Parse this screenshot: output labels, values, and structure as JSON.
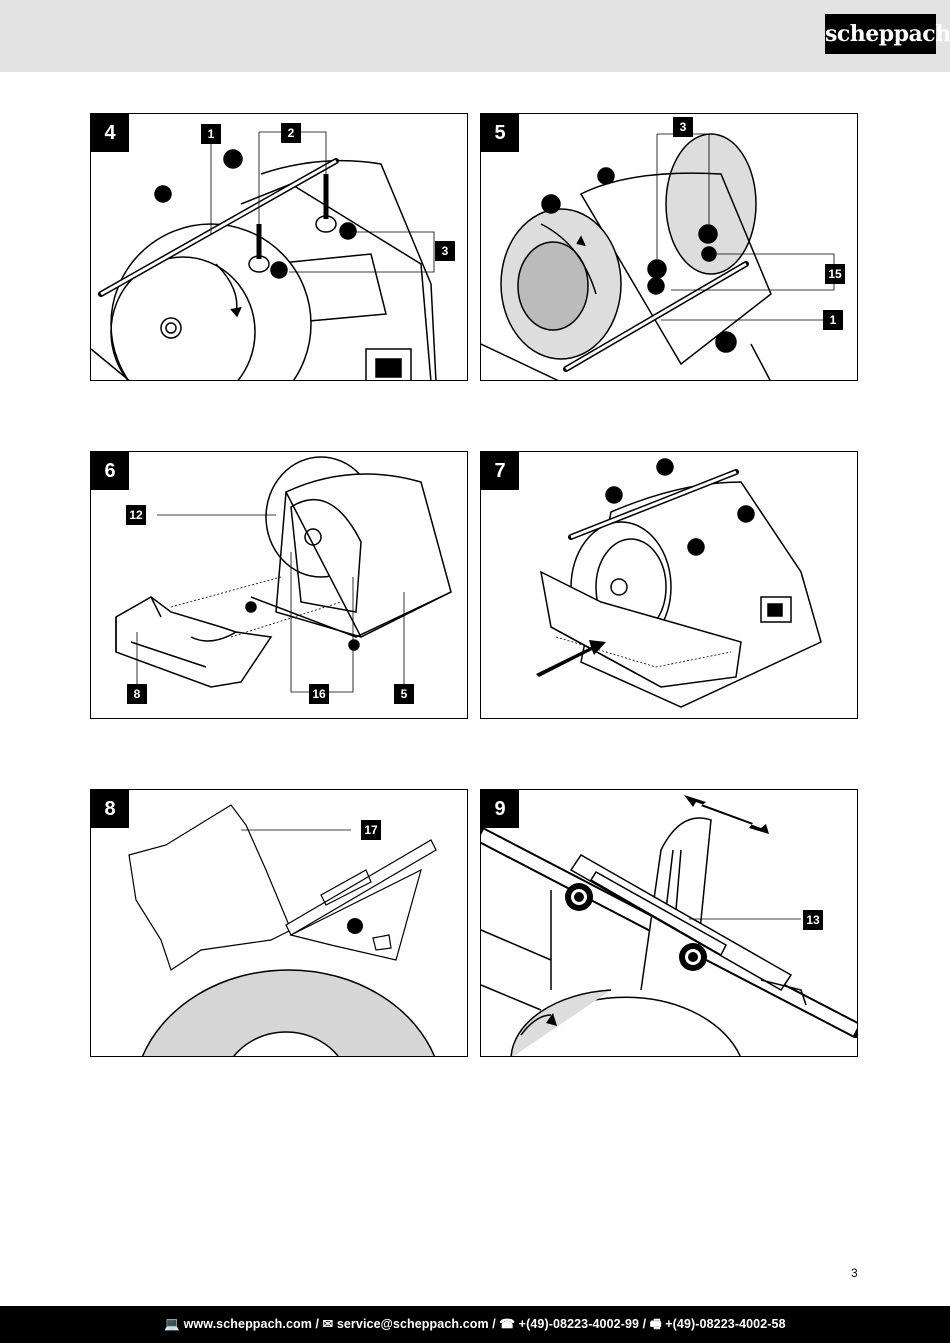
{
  "header": {
    "logo_text": "scheppach"
  },
  "figures": [
    {
      "number": "4",
      "callouts": [
        "1",
        "2",
        "3"
      ]
    },
    {
      "number": "5",
      "callouts": [
        "3",
        "15",
        "1"
      ]
    },
    {
      "number": "6",
      "callouts": [
        "12",
        "8",
        "16",
        "5"
      ]
    },
    {
      "number": "7",
      "callouts": []
    },
    {
      "number": "8",
      "callouts": [
        "17"
      ]
    },
    {
      "number": "9",
      "callouts": [
        "13"
      ]
    }
  ],
  "page_number": "3",
  "footer": {
    "web_icon": "computer-icon",
    "web": "www.scheppach.com",
    "mail_icon": "envelope-icon",
    "email": "service@scheppach.com",
    "phone_icon": "telephone-icon",
    "phone": "+(49)-08223-4002-99",
    "fax_icon": "fax-icon",
    "fax": "+(49)-08223-4002-58",
    "separator": " / "
  }
}
